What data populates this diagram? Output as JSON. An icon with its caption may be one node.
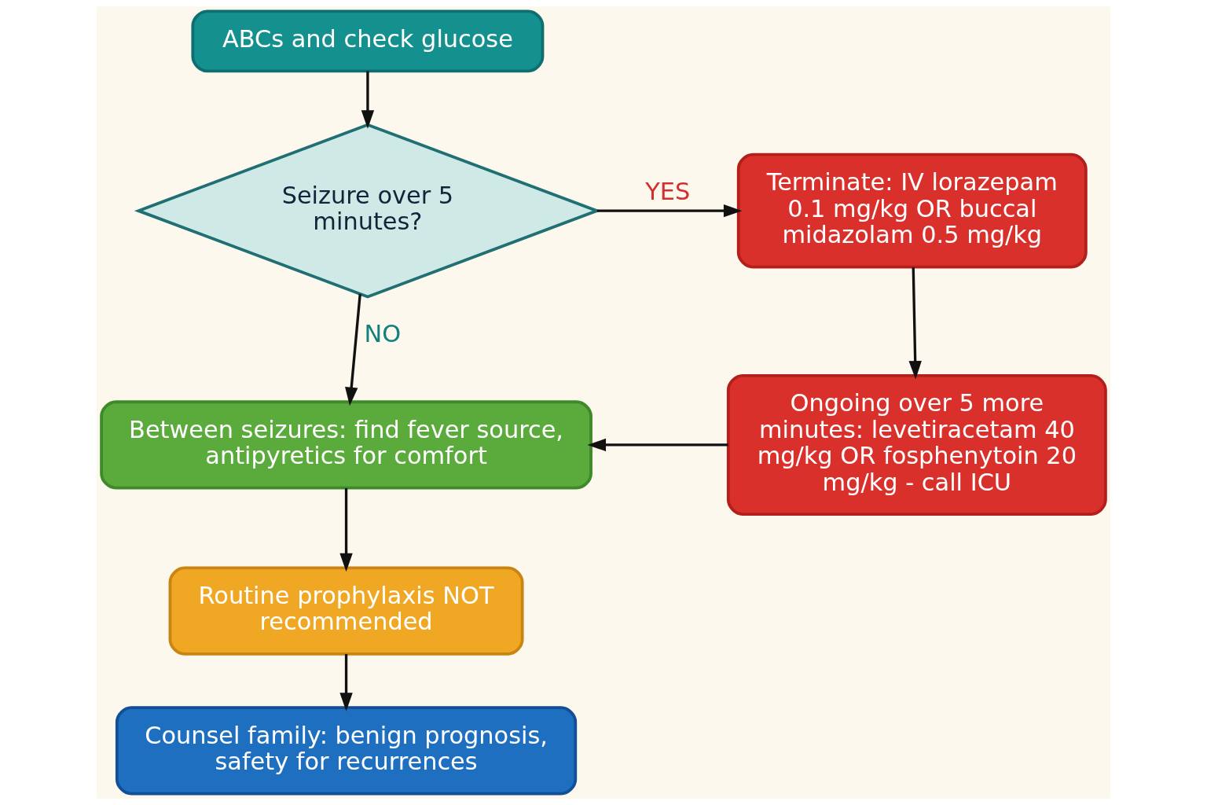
{
  "diagram": {
    "nodes": [
      {
        "text": [
          "ABCs and check glucose"
        ]
      },
      {
        "text": [
          "Seizure over 5 minutes?"
        ]
      },
      {
        "text": [
          "Terminate: IV lorazepam 0.1 mg/kg OR buccal midazolam 0.5 mg/kg"
        ]
      },
      {
        "text": [
          "Ongoing over 5 more minutes: levetiracetam 40 mg/kg OR fosphenytoin 20 mg/kg - call ICU"
        ]
      },
      {
        "text": [
          "Between seizures: find fever source, antipyretics for comfort"
        ]
      },
      {
        "text": [
          "Routine prophylaxis NOT recommended"
        ]
      },
      {
        "text": [
          "Counsel family: benign prognosis, safety for recurrences"
        ]
      }
    ],
    "edges": [
      {
        "from": 0,
        "to": 1,
        "arrow": "to"
      },
      {
        "from": 1,
        "to": 2,
        "arrow": "to",
        "label": "YES"
      },
      {
        "from": 1,
        "to": 4,
        "arrow": "to",
        "label": "NO"
      },
      {
        "from": 2,
        "to": 3,
        "arrow": "to"
      },
      {
        "from": 3,
        "to": 4,
        "arrow": "to"
      },
      {
        "from": 4,
        "to": 5,
        "arrow": "to"
      },
      {
        "from": 5,
        "to": 6,
        "arrow": "to"
      }
    ]
  }
}
